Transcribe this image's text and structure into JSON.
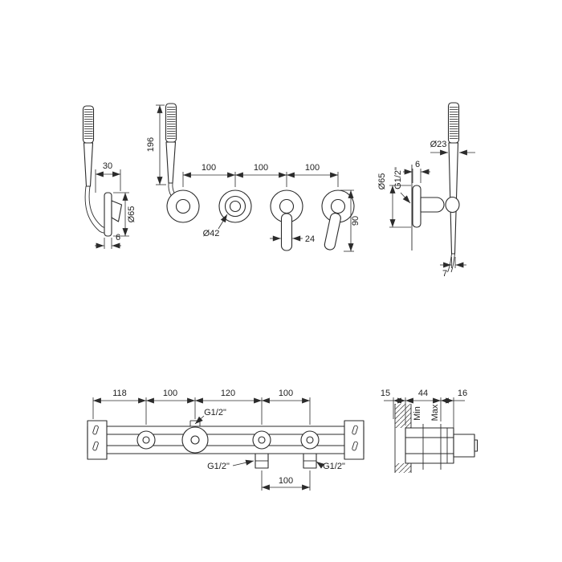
{
  "front_view": {
    "d30": "30",
    "dia65_left": "Ø65",
    "d6_left": "6",
    "d196": "196",
    "d100_1": "100",
    "d100_2": "100",
    "d100_3": "100",
    "dia42": "Ø42",
    "d24": "24",
    "d90": "90",
    "dia65_right": "Ø65",
    "g12": "G1/2\"",
    "d6_right": "6",
    "dia23": "Ø23",
    "d7": "7"
  },
  "plan_view": {
    "d118": "118",
    "d100_1": "100",
    "d120": "120",
    "d100_2": "100",
    "g12_top": "G1/2\"",
    "g12_left": "G1/2\"",
    "g12_right": "G1/2\"",
    "d100_3": "100"
  },
  "section_view": {
    "d15": "15",
    "d44": "44",
    "d16": "16",
    "min": "Min",
    "max": "Max"
  }
}
